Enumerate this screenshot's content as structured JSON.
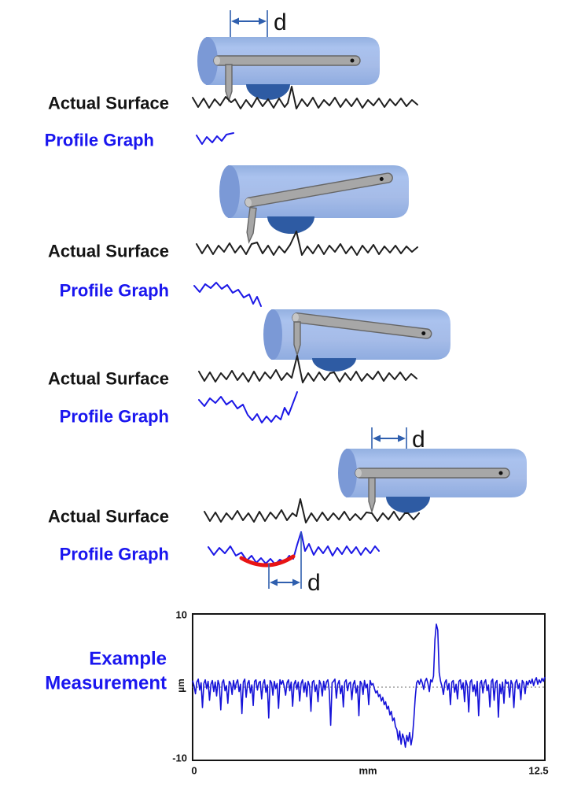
{
  "colors": {
    "profile_blue": "#1c18e6",
    "label_blue": "#1a16ef",
    "dimension_blue": "#2f5fae",
    "red_highlight": "#e81414",
    "cylinder_body": "#a6bce8",
    "cylinder_cap": "#7b99d6",
    "skid_blue": "#2e5ba3",
    "arm_gray": "#a7a7a7",
    "surface_black": "#1f1f1f"
  },
  "panels": [
    {
      "actual_surface_label": "Actual Surface",
      "profile_graph_label": "Profile Graph",
      "dimension_label": "d"
    },
    {
      "actual_surface_label": "Actual Surface",
      "profile_graph_label": "Profile Graph"
    },
    {
      "actual_surface_label": "Actual Surface",
      "profile_graph_label": "Profile Graph"
    },
    {
      "actual_surface_label": "Actual Surface",
      "profile_graph_label": "Profile Graph",
      "dimension_label_top": "d",
      "dimension_label_bottom": "d"
    }
  ],
  "measurement": {
    "label_line1": "Example",
    "label_line2": "Measurement"
  },
  "chart_data": {
    "type": "line",
    "title": "Example Measurement",
    "xlabel": "mm",
    "ylabel": "µm",
    "xlim": [
      0,
      12.5
    ],
    "ylim": [
      -10,
      10
    ],
    "x_tick_left": "0",
    "x_tick_right": "12.5",
    "y_tick_top": "10",
    "y_tick_bottom": "-10",
    "grid": "dotted zero line only",
    "legend": "none",
    "zero_line": 0,
    "x_start": 0,
    "x_step": 0.05,
    "series": [
      {
        "name": "measured surface profile",
        "color": "#1512d8",
        "y": [
          0.9,
          0.2,
          -0.9,
          0.7,
          1.1,
          -0.4,
          0.6,
          -2.8,
          0.5,
          1.0,
          -0.2,
          0.8,
          -1.8,
          0.4,
          0.9,
          -0.6,
          0.7,
          -1.2,
          0.9,
          0.3,
          -3.1,
          0.6,
          1.0,
          -0.5,
          0.2,
          -2.2,
          0.8,
          0.5,
          -1.0,
          0.9,
          -0.3,
          0.6,
          1.0,
          -0.6,
          0.4,
          -3.6,
          0.7,
          1.1,
          -1.4,
          0.5,
          0.9,
          -0.8,
          0.3,
          -2.5,
          0.8,
          1.0,
          -0.4,
          0.6,
          0.8,
          -1.6,
          0.5,
          1.0,
          -0.7,
          0.3,
          -4.2,
          0.9,
          0.6,
          -1.1,
          0.8,
          -0.2,
          0.5,
          -2.9,
          1.0,
          0.4,
          0.9,
          0.1,
          -1.1,
          0.6,
          1.0,
          -0.5,
          0.7,
          -2.6,
          0.4,
          0.9,
          -0.3,
          0.7,
          -1.9,
          0.5,
          1.0,
          -0.7,
          0.6,
          -1.3,
          0.8,
          0.2,
          -3.3,
          0.7,
          0.9,
          -0.6,
          0.3,
          -2.0,
          0.9,
          0.4,
          -1.2,
          0.8,
          -0.4,
          0.7,
          1.0,
          -0.5,
          -5.2,
          0.6,
          0.8,
          1.1,
          -1.5,
          0.4,
          0.9,
          -0.9,
          0.2,
          -2.7,
          0.7,
          1.0,
          -0.5,
          0.5,
          0.7,
          -1.7,
          0.4,
          0.9,
          -0.8,
          0.2,
          -3.9,
          0.8,
          0.5,
          -1.0,
          0.9,
          -0.1,
          0.4,
          -2.4,
          0.9,
          0.3,
          0.5,
          -0.2,
          -0.8,
          -0.5,
          -1.3,
          -1.0,
          -1.9,
          -1.4,
          -2.4,
          -2.0,
          -3.0,
          -2.6,
          -3.8,
          -3.3,
          -4.6,
          -4.2,
          -5.4,
          -5.8,
          -7.2,
          -6.0,
          -7.8,
          -6.4,
          -7.0,
          -8.2,
          -6.6,
          -7.4,
          -6.2,
          -7.9,
          -6.8,
          -4.5,
          -1.5,
          0.6,
          0.9,
          0.4,
          1.1,
          0.6,
          -0.3,
          0.8,
          1.2,
          0.5,
          -0.6,
          1.0,
          0.7,
          1.5,
          6.5,
          8.6,
          7.8,
          2.0,
          0.8,
          0.1,
          -1.0,
          0.6,
          1.0,
          -0.4,
          0.5,
          -2.4,
          0.7,
          0.9,
          -0.7,
          0.4,
          -1.6,
          0.8,
          1.0,
          -0.3,
          0.6,
          -2.0,
          0.9,
          0.2,
          -3.4,
          0.7,
          1.0,
          -0.6,
          0.3,
          -1.2,
          0.8,
          -3.9,
          0.5,
          0.9,
          -0.8,
          0.6,
          1.0,
          -0.5,
          0.3,
          -2.7,
          0.8,
          1.1,
          -1.8,
          0.6,
          0.9,
          -4.1,
          0.4,
          -0.9,
          0.7,
          -2.2,
          1.0,
          0.5,
          0.7,
          -1.4,
          0.9,
          0.4,
          -2.8,
          0.6,
          1.0,
          -0.2,
          0.5,
          -1.7,
          0.9,
          0.6,
          -0.9,
          0.8,
          0.3,
          0.9,
          0.5,
          1.1,
          0.2,
          0.9,
          1.3,
          0.4,
          1.0,
          0.6,
          1.2,
          0.8,
          1.4
        ]
      }
    ]
  }
}
